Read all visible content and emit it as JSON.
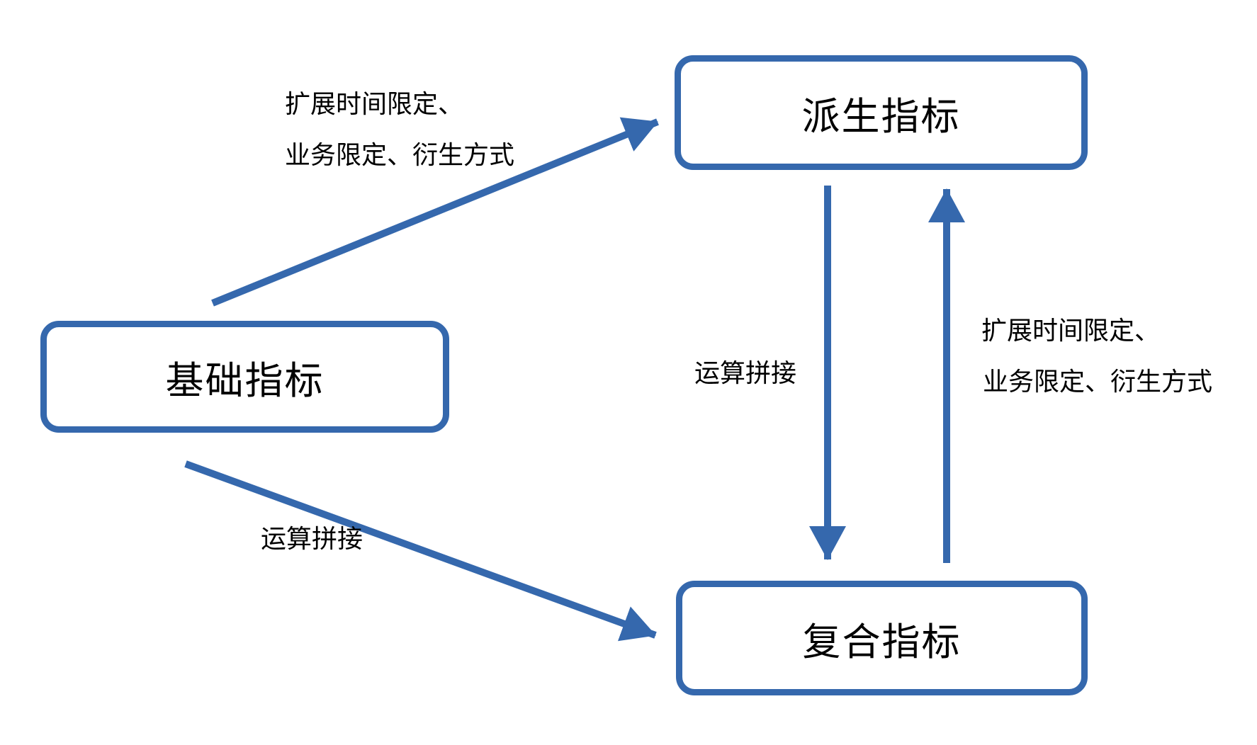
{
  "diagram": {
    "title": "indicator-derivation-flow",
    "background_color": "#ffffff",
    "accent_color": "#3568AD",
    "text_color": "#000000",
    "nodes": [
      {
        "id": "derived",
        "label": "派生指标"
      },
      {
        "id": "base",
        "label": "基础指标"
      },
      {
        "id": "composite",
        "label": "复合指标"
      }
    ],
    "edges": [
      {
        "from": "base",
        "to": "derived",
        "label_line1": "扩展时间限定、",
        "label_line2": "业务限定、衍生方式"
      },
      {
        "from": "derived",
        "to": "composite",
        "label_line1": "运算拼接"
      },
      {
        "from": "composite",
        "to": "derived",
        "label_line1": "扩展时间限定、",
        "label_line2": "业务限定、衍生方式"
      },
      {
        "from": "base",
        "to": "composite",
        "label_line1": "运算拼接"
      }
    ]
  }
}
